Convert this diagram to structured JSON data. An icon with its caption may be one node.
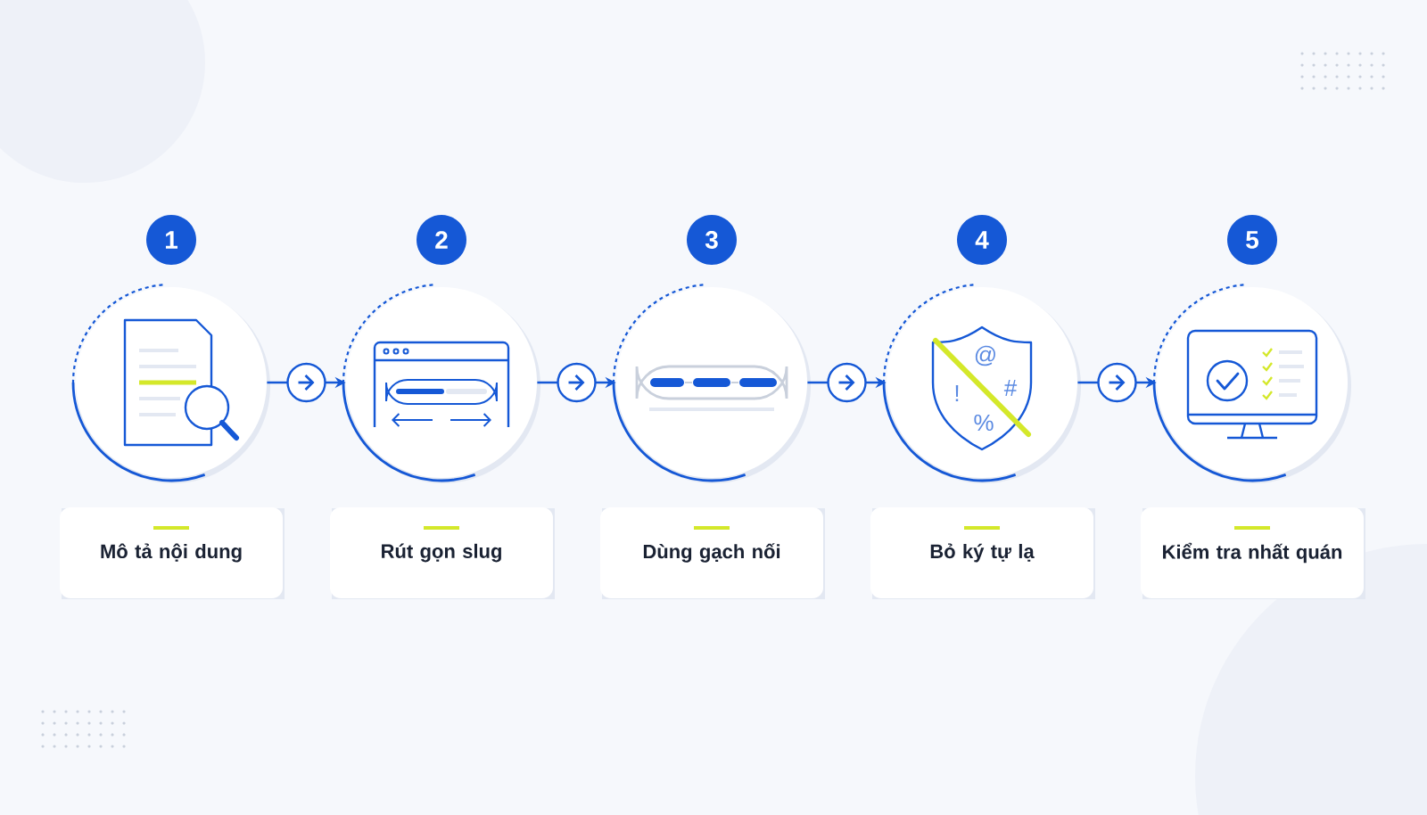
{
  "diagram": {
    "nodes": [
      {
        "text": [
          "1"
        ]
      },
      {
        "text": [
          "2"
        ]
      },
      {
        "text": [
          "3"
        ]
      },
      {
        "text": [
          "4"
        ]
      },
      {
        "text": [
          "5"
        ]
      },
      {
        "text": [],
        "shape": "picture"
      },
      {
        "text": [],
        "shape": "picture"
      },
      {
        "text": [],
        "shape": "picture"
      },
      {
        "text": [],
        "shape": "picture"
      },
      {
        "text": [],
        "shape": "picture"
      },
      {
        "text": [
          "Mô tả nội dung"
        ]
      },
      {
        "text": [
          "Rút gọn slug"
        ]
      },
      {
        "text": [
          "Dùng gạch nối"
        ]
      },
      {
        "text": [
          "Bỏ ký tự lạ"
        ]
      },
      {
        "text": [
          "Kiểm tra nhất quán"
        ]
      }
    ],
    "edges": [
      {
        "from": 5,
        "to": 6,
        "arrow": "to"
      },
      {
        "from": 6,
        "to": 7,
        "arrow": "to"
      },
      {
        "from": 7,
        "to": 8,
        "arrow": "to"
      },
      {
        "from": 8,
        "to": 9,
        "arrow": "to"
      }
    ],
    "labels": [
      "@",
      "#",
      "!",
      "%"
    ]
  }
}
